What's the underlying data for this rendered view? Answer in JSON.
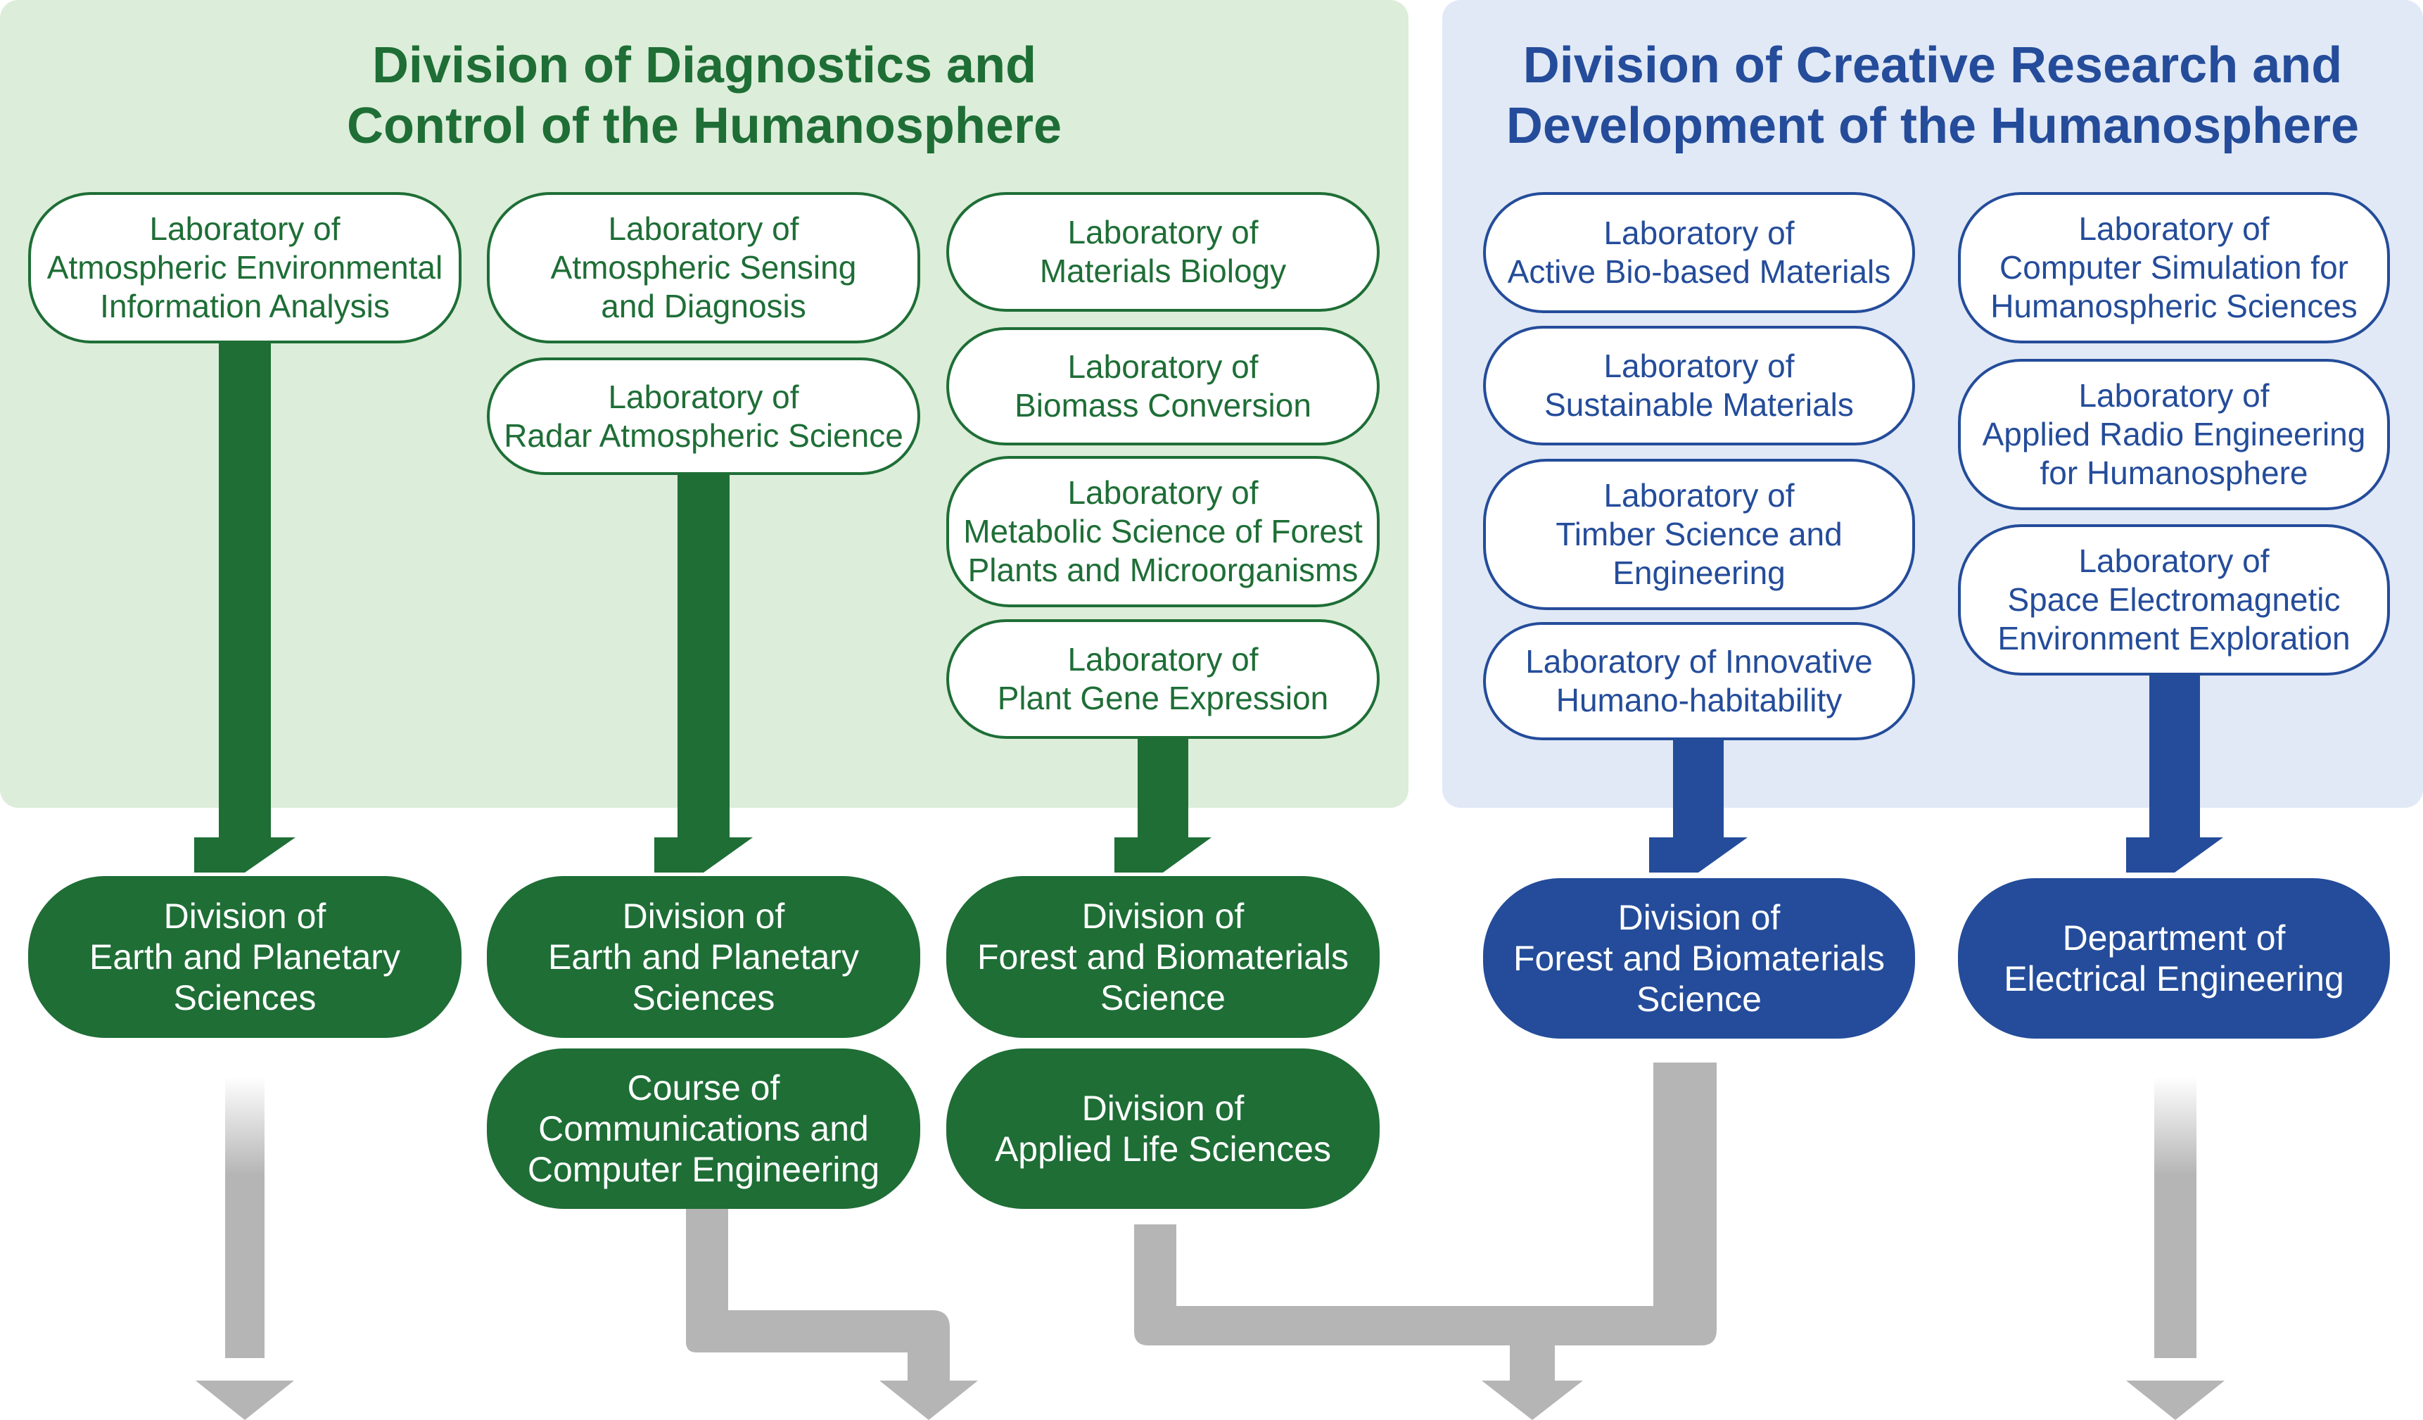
{
  "colors": {
    "green": "#1e6e36",
    "blue": "#244c9a",
    "green_panel": "#dcedd9",
    "blue_panel": "#e1e9f6",
    "gray_arrow": "#b5b5b5"
  },
  "green_division": {
    "title": [
      "Division of Diagnostics and",
      "Control of the Humanosphere"
    ],
    "labs": [
      [
        "Laboratory of",
        "Atmospheric Environmental",
        "Information Analysis"
      ],
      [
        "Laboratory of",
        "Atmospheric Sensing",
        "and Diagnosis"
      ],
      [
        "Laboratory of",
        "Radar Atmospheric Science"
      ],
      [
        "Laboratory of",
        "Materials Biology"
      ],
      [
        "Laboratory of",
        "Biomass Conversion"
      ],
      [
        "Laboratory of",
        "Metabolic Science of Forest",
        "Plants and Microorganisms"
      ],
      [
        "Laboratory of",
        "Plant Gene Expression"
      ]
    ]
  },
  "blue_division": {
    "title": [
      "Division of Creative Research and",
      "Development of the Humanosphere"
    ],
    "labs": [
      [
        "Laboratory of",
        "Active Bio-based Materials"
      ],
      [
        "Laboratory of",
        "Sustainable Materials"
      ],
      [
        "Laboratory of",
        "Timber Science and",
        "Engineering"
      ],
      [
        "Laboratory of Innovative",
        "Humano-habitability"
      ],
      [
        "Laboratory of",
        "Computer Simulation for",
        "Humanospheric Sciences"
      ],
      [
        "Laboratory of",
        "Applied Radio Engineering",
        "for Humanosphere"
      ],
      [
        "Laboratory of",
        "Space Electromagnetic",
        "Environment Exploration"
      ]
    ]
  },
  "destinations": [
    [
      "Division of",
      "Earth and Planetary",
      "Sciences"
    ],
    [
      "Division of",
      "Earth and Planetary",
      "Sciences"
    ],
    [
      "Course of",
      "Communications and",
      "Computer Engineering"
    ],
    [
      "Division of",
      "Forest and Biomaterials",
      "Science"
    ],
    [
      "Division of",
      "Applied Life Sciences"
    ],
    [
      "Division of",
      "Forest and Biomaterials",
      "Science"
    ],
    [
      "Department of",
      "Electrical Engineering"
    ]
  ]
}
